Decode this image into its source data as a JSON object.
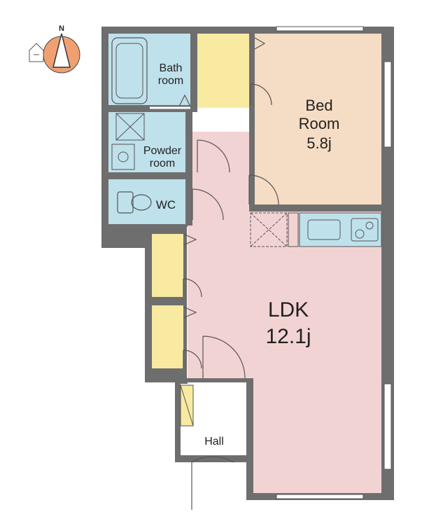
{
  "compass": {
    "letter": "N",
    "icon": "north-arrow-icon"
  },
  "rooms": {
    "bath": {
      "line1": "Bath",
      "line2": "room"
    },
    "powder": {
      "line1": "Powder",
      "line2": "room"
    },
    "wc": {
      "label": "WC"
    },
    "bedroom": {
      "line1": "Bed",
      "line2": "Room",
      "size": "5.8j"
    },
    "ldk": {
      "label": "LDK",
      "size": "12.1j"
    },
    "hall": {
      "label": "Hall"
    }
  },
  "colors": {
    "wall": "#6e6e6e",
    "wet_area": "#bfe1ec",
    "closet": "#f8eaa0",
    "bedroom": "#f5dcc4",
    "ldk": "#f2d3d3",
    "hall": "#ffffff",
    "compass": "#f0a070"
  }
}
